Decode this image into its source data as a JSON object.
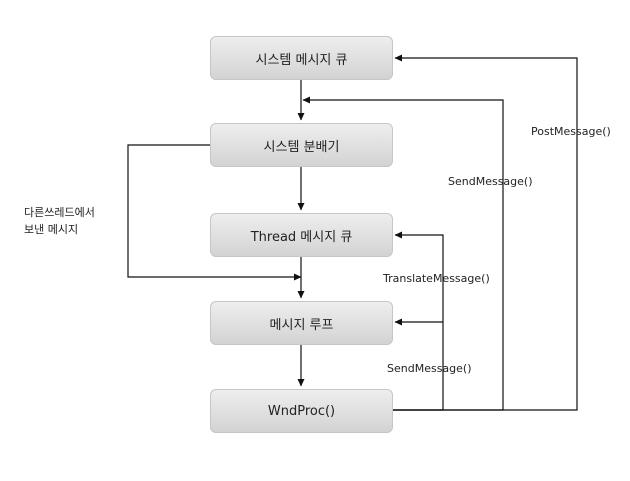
{
  "boxes": {
    "system_queue": "시스템 메시지 큐",
    "system_dispatcher": "시스템 분배기",
    "thread_queue": "Thread 메시지 큐",
    "message_loop": "메시지 루프",
    "wndproc": "WndProc()"
  },
  "edge_labels": {
    "post_message": "PostMessage()",
    "send_message_upper": "SendMessage()",
    "translate_message": "TranslateMessage()",
    "send_message_lower": "SendMessage()",
    "other_thread_line1": "다른쓰레드에서",
    "other_thread_line2": "보낸 메시지"
  },
  "colors": {
    "box_border": "#c6c6c6",
    "box_fill_top": "#eeeeee",
    "box_fill_bottom": "#d3d3d3",
    "line": "#111111"
  }
}
